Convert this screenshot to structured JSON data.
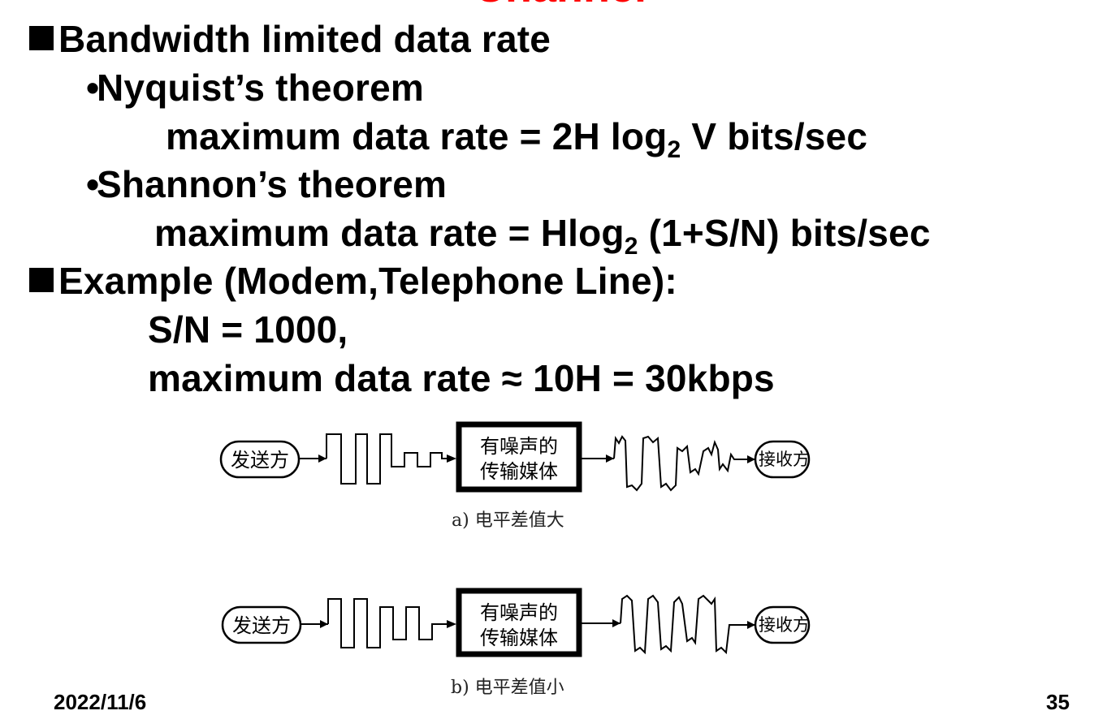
{
  "slide": {
    "title_partial": "Channel",
    "bullets": [
      {
        "text": "Bandwidth limited data rate"
      },
      {
        "text": "Nyquist’s theorem"
      },
      {
        "pre": "maximum data rate = 2H log",
        "sub": "2",
        "post": " V bits/sec"
      },
      {
        "text": "Shannon’s theorem"
      },
      {
        "pre": "maximum data rate = Hlog",
        "sub": "2",
        "post": " (1+S/N) bits/sec"
      },
      {
        "text": "Example (Modem,Telephone Line):"
      },
      {
        "text": "S/N = 1000,"
      },
      {
        "text": "maximum data rate ≈ 10H = 30kbps"
      }
    ],
    "colors": {
      "title": "#ff0000",
      "text": "#000000"
    }
  },
  "figure": {
    "sender": "发送方",
    "channel_line1": "有噪声的",
    "channel_line2": "传输媒体",
    "receiver": "接收方",
    "caption_a": "a) 电平差值大",
    "caption_b": "b) 电平差值小"
  },
  "footer": {
    "date": "2022/11/6",
    "page": "35"
  }
}
